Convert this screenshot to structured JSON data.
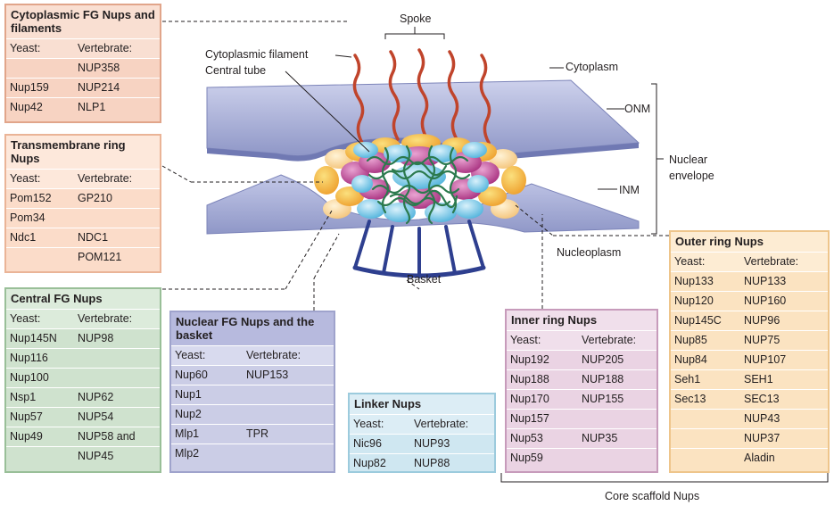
{
  "labels": {
    "spoke": "Spoke",
    "cytoplasmic_filament": "Cytoplasmic filament",
    "central_tube": "Central tube",
    "cytoplasm": "Cytoplasm",
    "onm": "ONM",
    "nuclear_envelope_line1": "Nuclear",
    "nuclear_envelope_line2": "envelope",
    "inm": "INM",
    "nucleoplasm": "Nucleoplasm",
    "basket": "Basket",
    "core_scaffold": "Core scaffold Nups"
  },
  "boxes": {
    "cyto": {
      "title": "Cytoplasmic FG Nups and filaments",
      "col_headers": [
        "Yeast:",
        "Vertebrate:"
      ],
      "rows": [
        [
          "",
          "NUP358"
        ],
        [
          "Nup159",
          "NUP214"
        ],
        [
          "Nup42",
          "NLP1"
        ]
      ]
    },
    "tm": {
      "title": "Transmembrane ring Nups",
      "col_headers": [
        "Yeast:",
        "Vertebrate:"
      ],
      "rows": [
        [
          "Pom152",
          "GP210"
        ],
        [
          "Pom34",
          ""
        ],
        [
          "Ndc1",
          "NDC1"
        ],
        [
          "",
          "POM121"
        ]
      ]
    },
    "central": {
      "title": "Central FG Nups",
      "col_headers": [
        "Yeast:",
        "Vertebrate:"
      ],
      "rows": [
        [
          "Nup145N",
          "NUP98"
        ],
        [
          "Nup116",
          ""
        ],
        [
          "Nup100",
          ""
        ],
        [
          "Nsp1",
          "NUP62"
        ],
        [
          "Nup57",
          "NUP54"
        ],
        [
          "Nup49",
          "NUP58 and"
        ],
        [
          "",
          "NUP45"
        ]
      ]
    },
    "nuclear": {
      "title": "Nuclear FG Nups and the basket",
      "col_headers": [
        "Yeast:",
        "Vertebrate:"
      ],
      "rows": [
        [
          "Nup60",
          "NUP153"
        ],
        [
          "Nup1",
          ""
        ],
        [
          "Nup2",
          ""
        ],
        [
          "Mlp1",
          "TPR"
        ],
        [
          "Mlp2",
          ""
        ]
      ]
    },
    "linker": {
      "title": "Linker Nups",
      "col_headers": [
        "Yeast:",
        "Vertebrate:"
      ],
      "rows": [
        [
          "Nic96",
          "NUP93"
        ],
        [
          "Nup82",
          "NUP88"
        ]
      ]
    },
    "inner": {
      "title": "Inner ring Nups",
      "col_headers": [
        "Yeast:",
        "Vertebrate:"
      ],
      "rows": [
        [
          "Nup192",
          "NUP205"
        ],
        [
          "Nup188",
          "NUP188"
        ],
        [
          "Nup170",
          "NUP155"
        ],
        [
          "Nup157",
          ""
        ],
        [
          "Nup53",
          "NUP35"
        ],
        [
          "Nup59",
          ""
        ]
      ]
    },
    "outer": {
      "title": "Outer ring Nups",
      "col_headers": [
        "Yeast:",
        "Vertebrate:"
      ],
      "rows": [
        [
          "Nup133",
          "NUP133"
        ],
        [
          "Nup120",
          "NUP160"
        ],
        [
          "Nup145C",
          "NUP96"
        ],
        [
          "Nup85",
          "NUP75"
        ],
        [
          "Nup84",
          "NUP107"
        ],
        [
          "Seh1",
          "SEH1"
        ],
        [
          "Sec13",
          "SEC13"
        ],
        [
          "",
          "NUP43"
        ],
        [
          "",
          "NUP37"
        ],
        [
          "",
          "Aladin"
        ]
      ]
    }
  },
  "colors": {
    "cyto_fill": "#f7d3c2",
    "cyto_border": "#e1a58a",
    "cyto_header": "#f9dfd2",
    "tm_fill": "#fbdcc9",
    "tm_border": "#eab497",
    "central_fill": "#cfe2ce",
    "central_border": "#99bf98",
    "nuclear_fill": "#cbcde6",
    "nuclear_border": "#9fa3cc",
    "linker_fill": "#cfe7f1",
    "linker_border": "#9ccbdd",
    "inner_fill": "#ead3e3",
    "inner_border": "#c79bbb",
    "outer_fill": "#fbe3c1",
    "outer_border": "#eec58b",
    "membrane": "#a9b0d8",
    "filament": "#c0442b",
    "fg_mesh": "#2c7a4e",
    "basket": "#2e3f8f"
  }
}
